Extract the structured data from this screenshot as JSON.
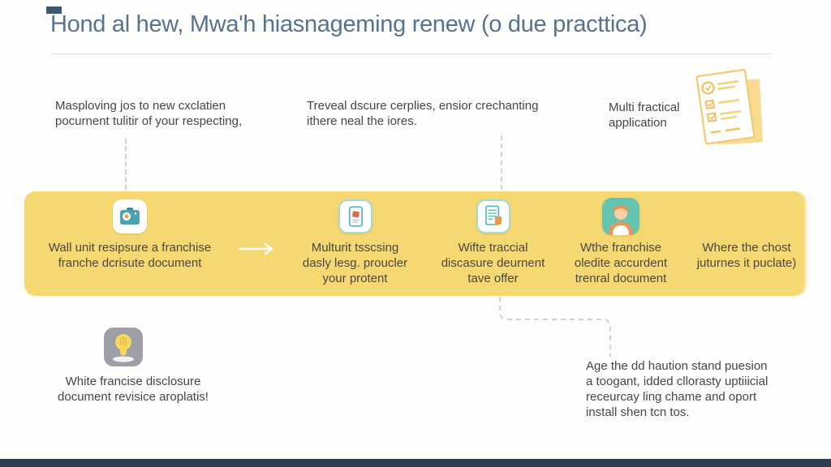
{
  "page": {
    "title": "Hond al hew, Mwa'h hiasnageming renew (o due practtica)"
  },
  "top_notes": [
    {
      "text": "Masploving jos to new cxclatien\npocurnent tulitir of your respecting,"
    },
    {
      "text": "Treveal dscure cerplies, ensior crechanting\nithere neal the iores."
    },
    {
      "text": "Multi fractical\napplication"
    }
  ],
  "process_band": {
    "steps": [
      {
        "icon": "briefcase-icon",
        "label": "Wall unit resipsure a franchise\nfranche dcrisute document"
      },
      {
        "icon": "phone-icon",
        "label": "Multurit tsscsing\ndasly lesg. proucler\nyour protent"
      },
      {
        "icon": "document-icon",
        "label": "Wifte traccial\ndiscasure deurnent\ntave offer"
      },
      {
        "icon": "person-icon",
        "label": "Wthe franchise\noledite accurdent\ntrenral document"
      },
      {
        "icon": "none",
        "label": "Where the chost\njuturnes it puclate)"
      }
    ]
  },
  "bottom_left_note": {
    "icon": "lightbulb-icon",
    "text": "White francise disclosure\ndocument revisice aroplatis!"
  },
  "bottom_right_note": {
    "text": "Age the dd haution stand puesion\na toogant, idded cllorasty uptiiicial\nreceurcay ling chame and oport\ninstall shen tcn tos."
  },
  "colors": {
    "title": "#567390",
    "body_text": "#42474e",
    "band_yellow": "#f6d873",
    "teal_accent": "#56b7c0",
    "person_tile_teal": "#65c4ad",
    "orange_accent": "#eb9b4e",
    "lightbulb_gray": "#9d9ea6",
    "bulb_yellow": "#f6d65f",
    "bottom_bar_navy": "#2d3e50",
    "dashed_line_gray": "#ccd2d8"
  }
}
